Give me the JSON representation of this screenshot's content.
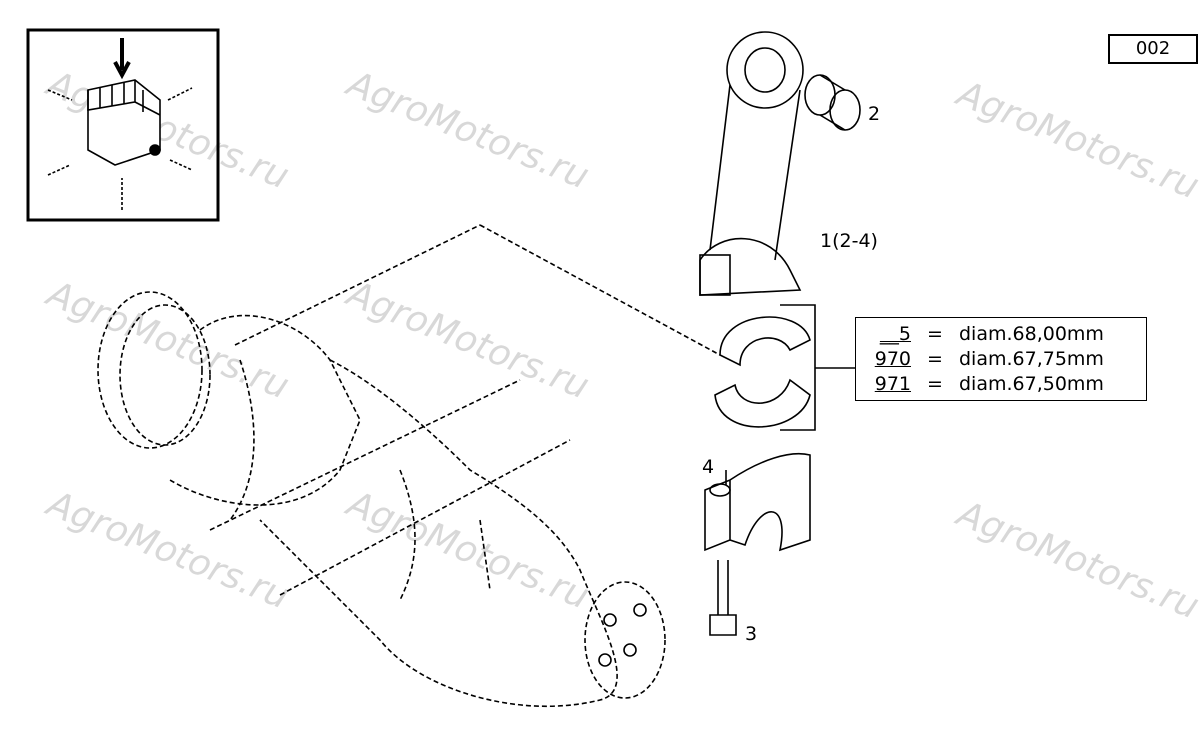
{
  "page_number": "002",
  "watermark": "AgroMotors.ru",
  "callouts": [
    {
      "id": "1",
      "text": "1(2-4)"
    },
    {
      "id": "2",
      "text": "2"
    },
    {
      "id": "3",
      "text": "3"
    },
    {
      "id": "4",
      "text": "4"
    }
  ],
  "legend": [
    {
      "code": "__5",
      "desc": "diam.68,00mm"
    },
    {
      "code": "970",
      "desc": "diam.67,75mm"
    },
    {
      "code": "971",
      "desc": "diam.67,50mm"
    }
  ]
}
